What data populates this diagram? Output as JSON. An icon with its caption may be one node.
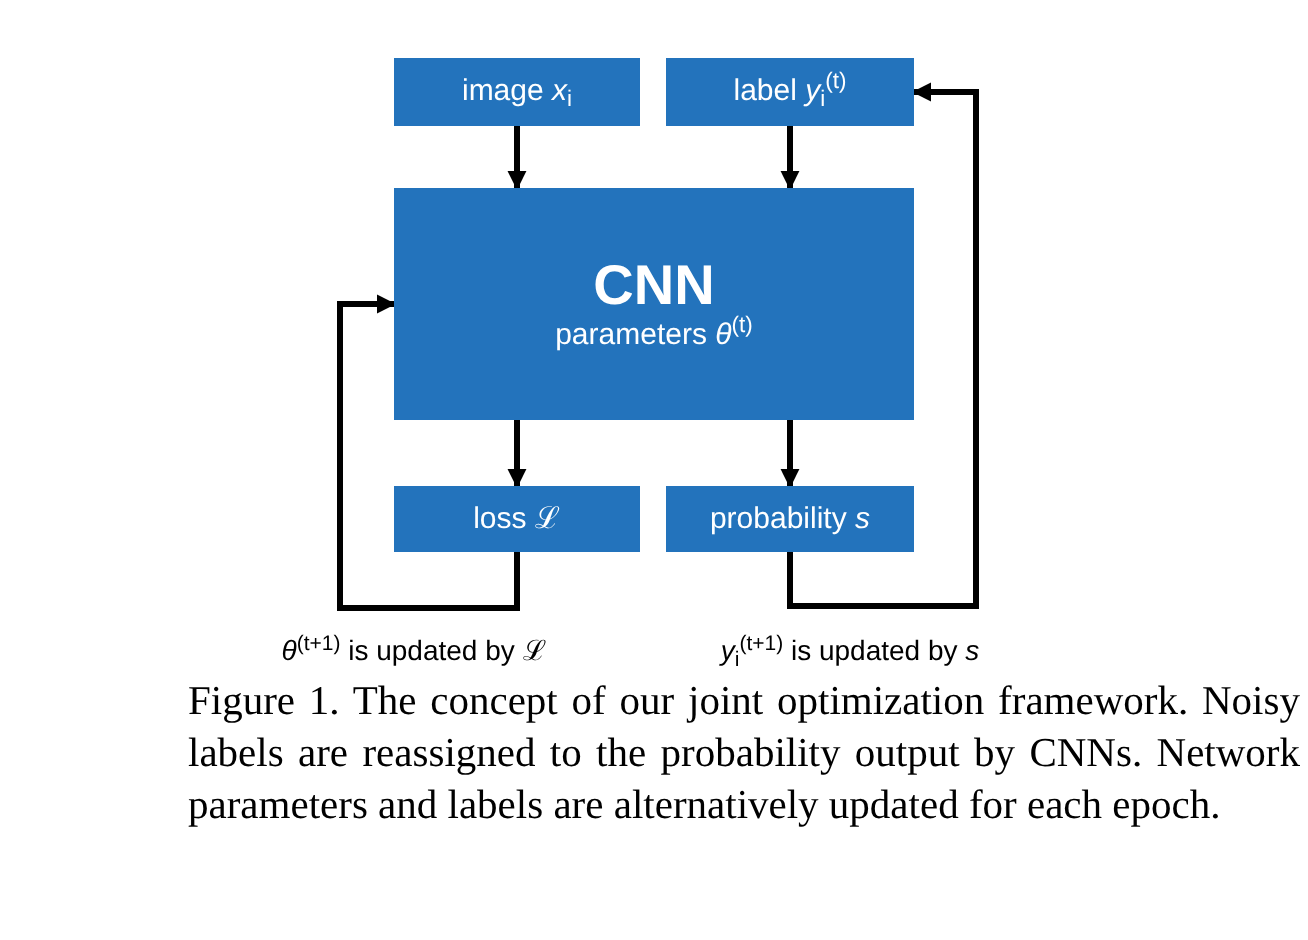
{
  "diagram": {
    "nodes": [
      {
        "text": [
          "image *x*$_{i}$"
        ]
      },
      {
        "text": [
          "label *y*$_{i}$$^{(t)}$"
        ]
      },
      {
        "text": [
          "CNN",
          "parameters *θ*$^{(t)}$"
        ]
      },
      {
        "text": [
          "loss ℒ"
        ]
      },
      {
        "text": [
          "probability *s*"
        ]
      }
    ],
    "edges": [
      {
        "from": 0,
        "to": 2,
        "arrow": "to"
      },
      {
        "from": 1,
        "to": 2,
        "arrow": "to"
      },
      {
        "from": 2,
        "to": 3,
        "arrow": "to"
      },
      {
        "from": 2,
        "to": 4,
        "arrow": "to"
      },
      {
        "from": 3,
        "to": 2,
        "arrow": "to",
        "label": "*θ*$^{(t+1)}$ is updated by ℒ"
      },
      {
        "from": 4,
        "to": 1,
        "arrow": "to",
        "label": "*y*$_{i}$$^{(t+1)}$ is updated by *s*"
      }
    ],
    "caption": "Figure 1. The concept of our joint optimization framework. Noisy labels are reassigned to the probability output by CNNs. Network parameters and labels are alternatively updated for each epoch."
  }
}
